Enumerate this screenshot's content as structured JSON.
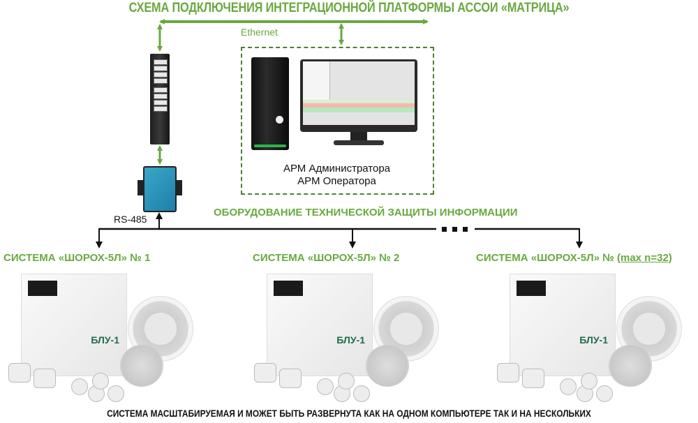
{
  "title": "СХЕМА ПОДКЛЮЧЕНИЯ ИНТЕГРАЦИОННОЙ ПЛАТФОРМЫ АССОИ «МАТРИЦА»",
  "ethernet_label": "Ethernet",
  "workstation": {
    "line1": "АРМ Администратора",
    "line2": "АРМ Оператора"
  },
  "rs485_label": "RS-485",
  "equipment_label": "ОБОРУДОВАНИЕ ТЕХНИЧЕСКОЙ ЗАЩИТЫ ИНФОРМАЦИИ",
  "ellipsis": "■ ■ ■",
  "systems": [
    {
      "label": "СИСТЕМА «ШОРОХ-5Л» № 1",
      "device": "БЛУ-1"
    },
    {
      "label": "СИСТЕМА «ШОРОХ-5Л» № 2",
      "device": "БЛУ-1"
    },
    {
      "label": "СИСТЕМА «ШОРОХ-5Л» № ",
      "label_suffix": "(max n=32)",
      "device": "БЛУ-1"
    }
  ],
  "footer": "СИСТЕМА МАСШТАБИРУЕМАЯ И МОЖЕТ БЫТЬ РАЗВЕРНУТА КАК НА ОДНОМ КОМПЬЮТЕРЕ ТАК И НА НЕСКОЛЬКИХ",
  "colors": {
    "green": "#6aa840",
    "dashed_border": "#4e7f32",
    "bus_line": "#111111"
  }
}
